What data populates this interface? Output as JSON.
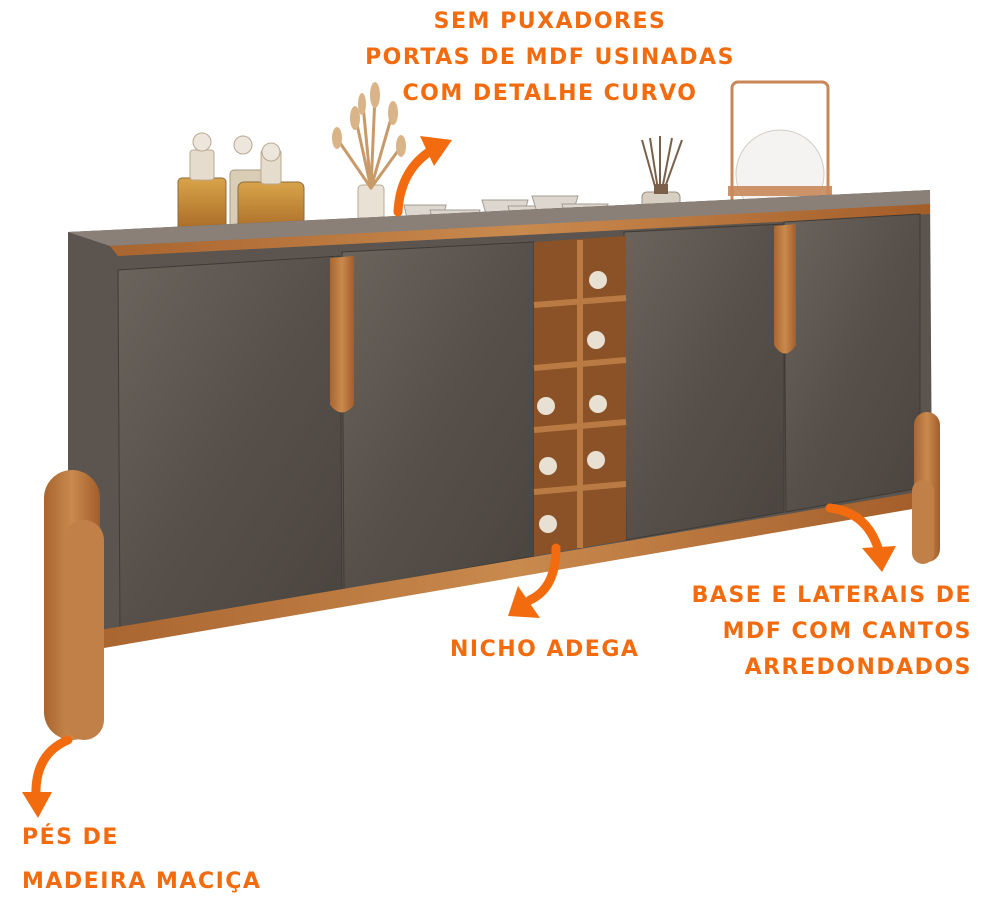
{
  "colors": {
    "accent": "#f26b0f",
    "cabinet": "#5a534d",
    "wood": "#b8713a",
    "background": "#ffffff"
  },
  "annotations": {
    "top": {
      "lines": [
        "SEM PUXADORES",
        "PORTAS DE MDF USINADAS",
        "COM DETALHE CURVO"
      ]
    },
    "wine_niche": {
      "lines": [
        "NICHO ADEGA"
      ]
    },
    "base": {
      "lines": [
        "BASE E LATERAIS DE",
        "MDF COM CANTOS",
        "ARREDONDADOS"
      ]
    },
    "feet": {
      "lines": [
        "PÉS DE",
        "MADEIRA MACIÇA"
      ]
    }
  }
}
